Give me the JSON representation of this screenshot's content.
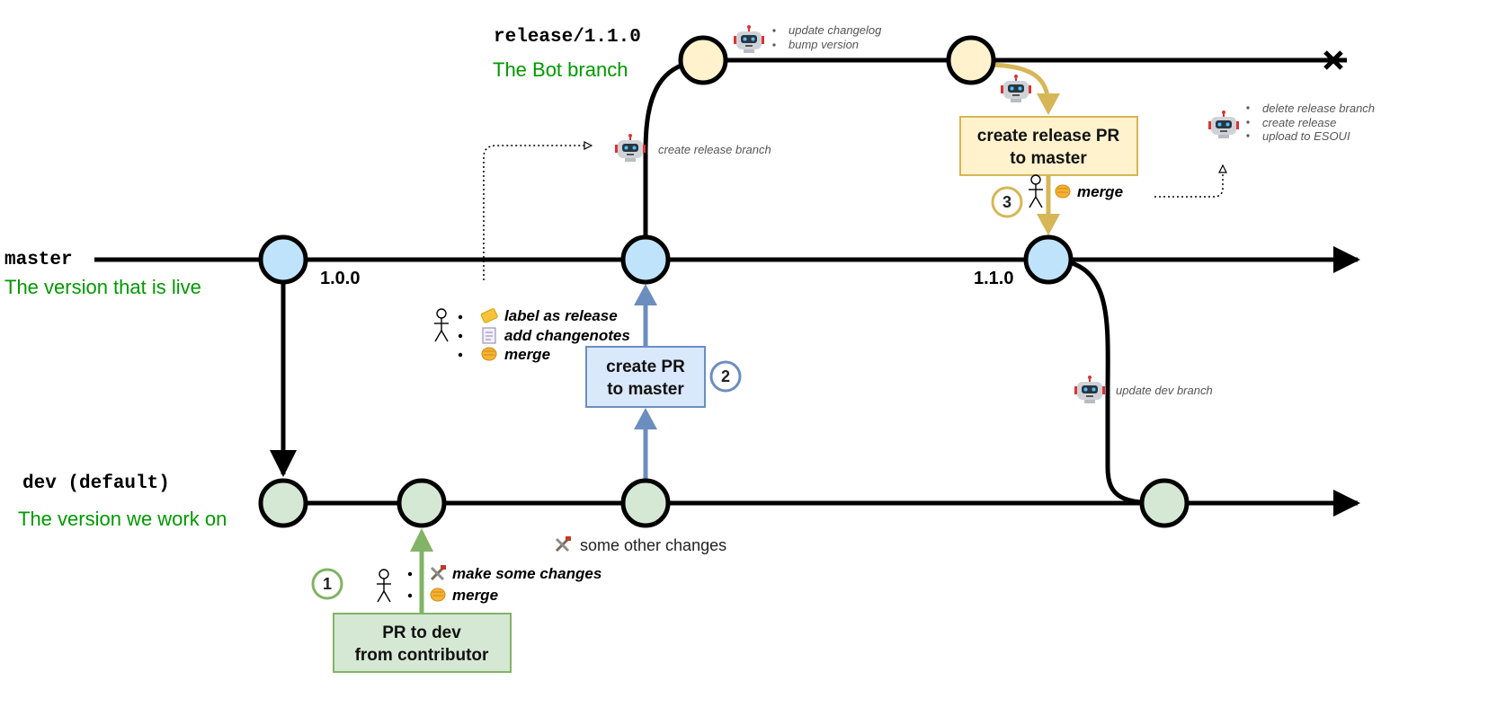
{
  "branches": {
    "release": {
      "name": "release/1.1.0",
      "desc": "The Bot branch"
    },
    "master": {
      "name": "master",
      "desc": "The version that is live"
    },
    "dev": {
      "name": "dev (default)",
      "desc": "The version we work on"
    }
  },
  "versions": {
    "v1": "1.0.0",
    "v2": "1.1.0"
  },
  "bot_notes": {
    "create_release": "create release branch",
    "release_commit": [
      "update changelog",
      "bump version"
    ],
    "after_merge": [
      "delete release branch",
      "create release",
      "upload to ESOUI"
    ],
    "update_dev": "update dev branch"
  },
  "step1": {
    "number": "1",
    "box": [
      "PR to dev",
      "from contributor"
    ],
    "actions": [
      "make some changes",
      "merge"
    ]
  },
  "step2": {
    "number": "2",
    "box": [
      "create PR",
      "to master"
    ],
    "actions": [
      "label as release",
      "add changenotes",
      "merge"
    ]
  },
  "step3": {
    "number": "3",
    "box": [
      "create release PR",
      "to master"
    ],
    "action": "merge"
  },
  "other_changes": "some other changes",
  "colors": {
    "master_fill": "#BFE3FB",
    "dev_fill": "#D5E8D4",
    "release_fill": "#FFF2CC",
    "step1": "#82B366",
    "step2": "#6C8EBF",
    "step3": "#D6B656",
    "label_green": "#009900"
  }
}
